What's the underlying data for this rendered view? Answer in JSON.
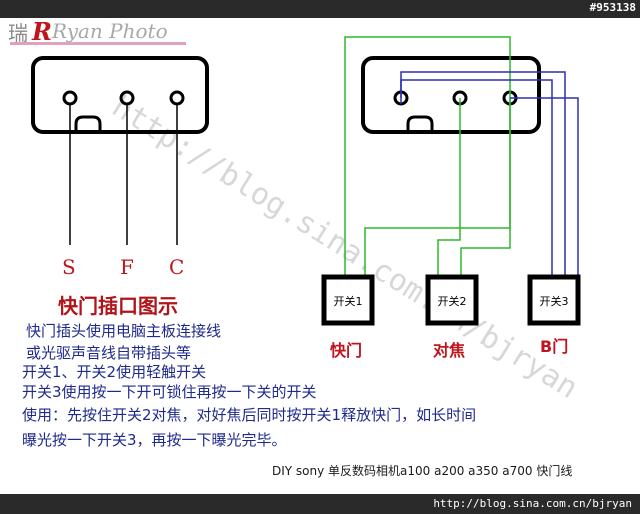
{
  "header": {
    "image_id": "#953138"
  },
  "logo": {
    "text": "Ryan Photo",
    "prefix_char": "瑞",
    "accent_letter": "R"
  },
  "watermark": {
    "text": "http://blog.sina.com.cn/bjryan"
  },
  "left_connector": {
    "pins": [
      {
        "label": "S"
      },
      {
        "label": "F"
      },
      {
        "label": "C"
      }
    ]
  },
  "switches": [
    {
      "label": "开关1",
      "name": "快门"
    },
    {
      "label": "开关2",
      "name": "对焦"
    },
    {
      "label": "开关3",
      "name": "B门"
    }
  ],
  "description": {
    "heading": "快门插口图示",
    "lines": [
      "快门插头使用电脑主板连接线",
      "或光驱声音线自带插头等",
      "开关1、开关2使用轻触开关",
      "开关3使用按一下开可锁住再按一下关的开关",
      "使用：先按住开关2对焦，对好焦后同时按开关1释放快门，如长时间",
      "曝光按一下开关3，再按一下曝光完毕。"
    ]
  },
  "caption": "DIY sony 单反数码相机a100 a200 a350 a700 快门线",
  "footer": {
    "url": "http://blog.sina.com.cn/bjryan"
  },
  "colors": {
    "pin_label": "#c0141c",
    "text_blue": "#1f2a8c",
    "wire_green": "#2db82d",
    "wire_blue": "#2b2fb0",
    "bar_dark": "#2a2a2a"
  }
}
